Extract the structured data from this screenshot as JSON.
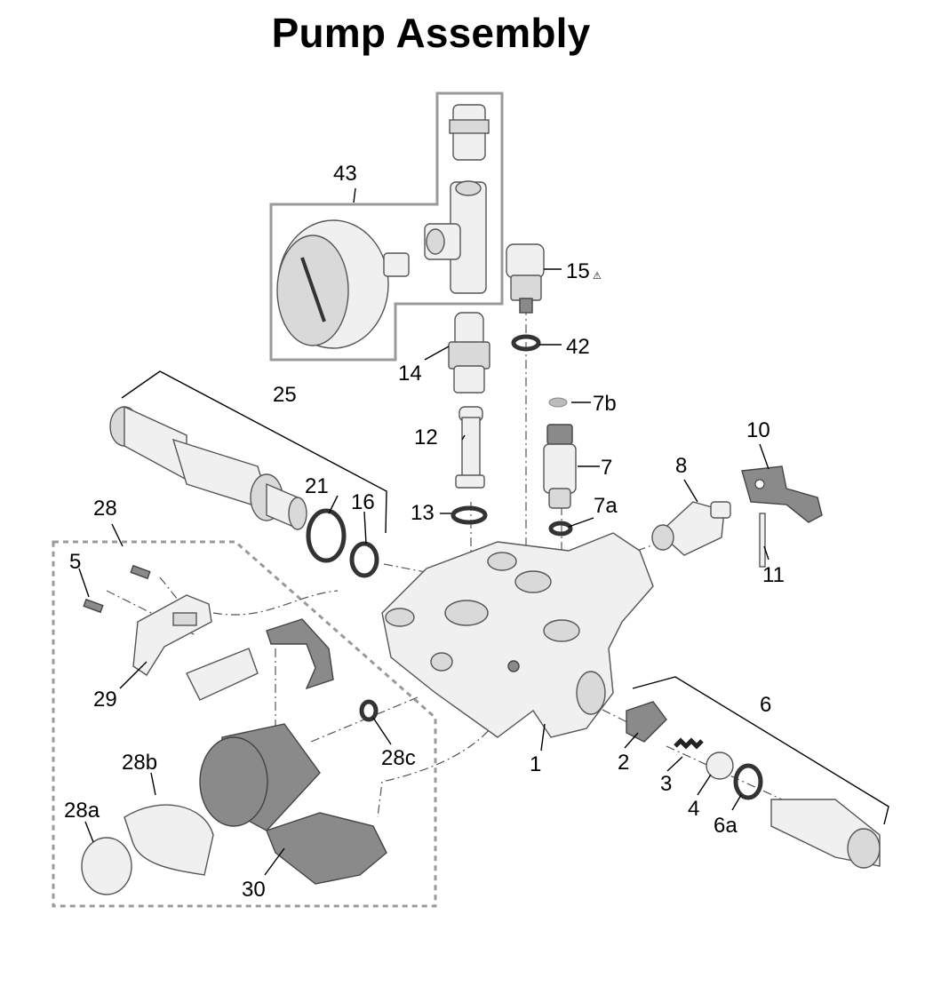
{
  "title": "Pump Assembly",
  "labels": {
    "p1": "1",
    "p2": "2",
    "p3": "3",
    "p4": "4",
    "p5": "5",
    "p6": "6",
    "p6a": "6a",
    "p7": "7",
    "p7a": "7a",
    "p7b": "7b",
    "p8": "8",
    "p10": "10",
    "p11": "11",
    "p12": "12",
    "p13": "13",
    "p14": "14",
    "p15": "15",
    "p16": "16",
    "p21": "21",
    "p25": "25",
    "p28": "28",
    "p28a": "28a",
    "p28b": "28b",
    "p28c": "28c",
    "p29": "29",
    "p30": "30",
    "p42": "42",
    "p43": "43"
  },
  "symbols": {
    "warning": "⚠"
  }
}
